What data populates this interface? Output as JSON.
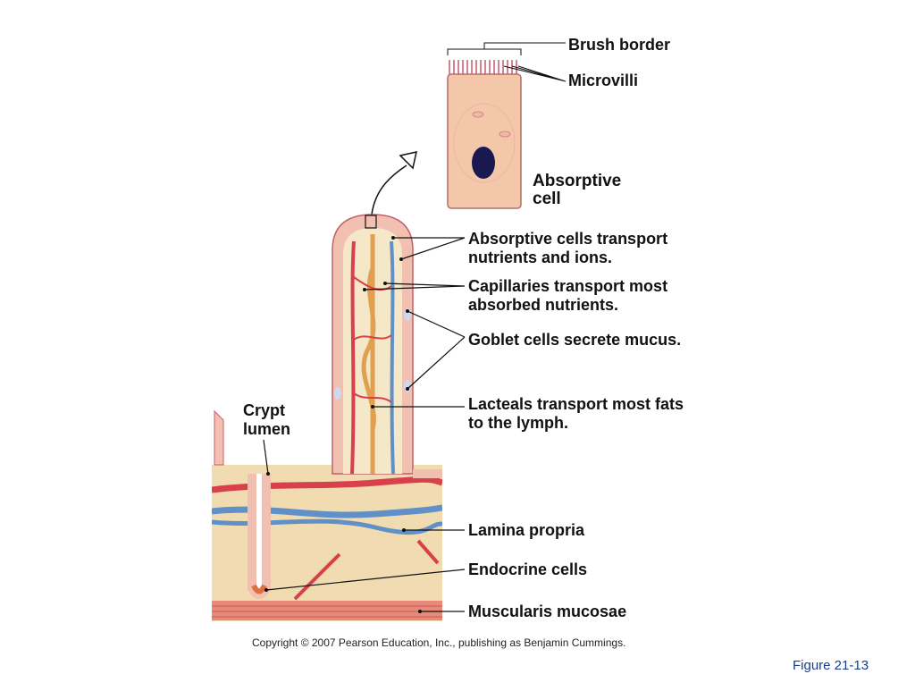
{
  "labels": {
    "brush_border": "Brush border",
    "microvilli": "Microvilli",
    "absorptive_cell": "Absorptive\ncell",
    "absorptive_transport": "Absorptive cells transport\nnutrients and ions.",
    "capillaries": "Capillaries transport most\nabsorbed nutrients.",
    "goblet": "Goblet cells secrete mucus.",
    "lacteals": "Lacteals transport most fats\nto the lymph.",
    "crypt_lumen": "Crypt\nlumen",
    "lamina_propria": "Lamina propria",
    "endocrine": "Endocrine cells",
    "muscularis": "Muscularis mucosae"
  },
  "copyright": "Copyright © 2007 Pearson Education, Inc., publishing as Benjamin Cummings.",
  "figure_number": "Figure 21-13",
  "colors": {
    "tissue": "#f0dcb0",
    "epithelium": "#f2c0b0",
    "cell_border": "#c0606a",
    "capillary": "#d8404c",
    "vein": "#6090c8",
    "lacteal": "#e0a050",
    "muscle": "#e88a7a",
    "nucleus": "#1a1850",
    "figure_number": "#1a3d8c"
  }
}
